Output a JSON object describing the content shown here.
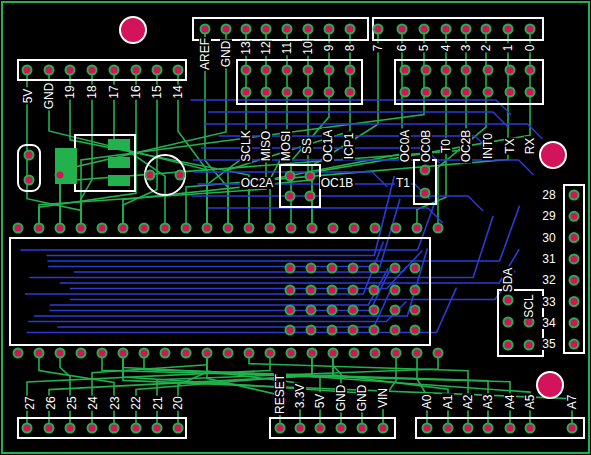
{
  "diagram": {
    "labels": [
      "AREF",
      "GND",
      "13",
      "12",
      "11",
      "10",
      "9",
      "8",
      "7",
      "6",
      "5",
      "4",
      "3",
      "2",
      "1",
      "0",
      "5V",
      "GND",
      "19",
      "18",
      "17",
      "16",
      "15",
      "14",
      "SCLK",
      "MISO",
      "MOSI",
      "SS",
      "OC1A",
      "ICP1",
      "OC0A",
      "OC0B",
      "T0",
      "OC2B",
      "INT0",
      "TX",
      "RX",
      "OC2A",
      "OC1B",
      "T1",
      "28",
      "29",
      "30",
      "31",
      "32",
      "33",
      "34",
      "35",
      "SDA",
      "SCL",
      "27",
      "26",
      "25",
      "24",
      "23",
      "22",
      "21",
      "20",
      "RESET",
      "3.3V",
      "5V",
      "GND",
      "GND",
      "VIN",
      "A0",
      "A1",
      "A2",
      "A3",
      "A4",
      "A5",
      "A7"
    ]
  }
}
